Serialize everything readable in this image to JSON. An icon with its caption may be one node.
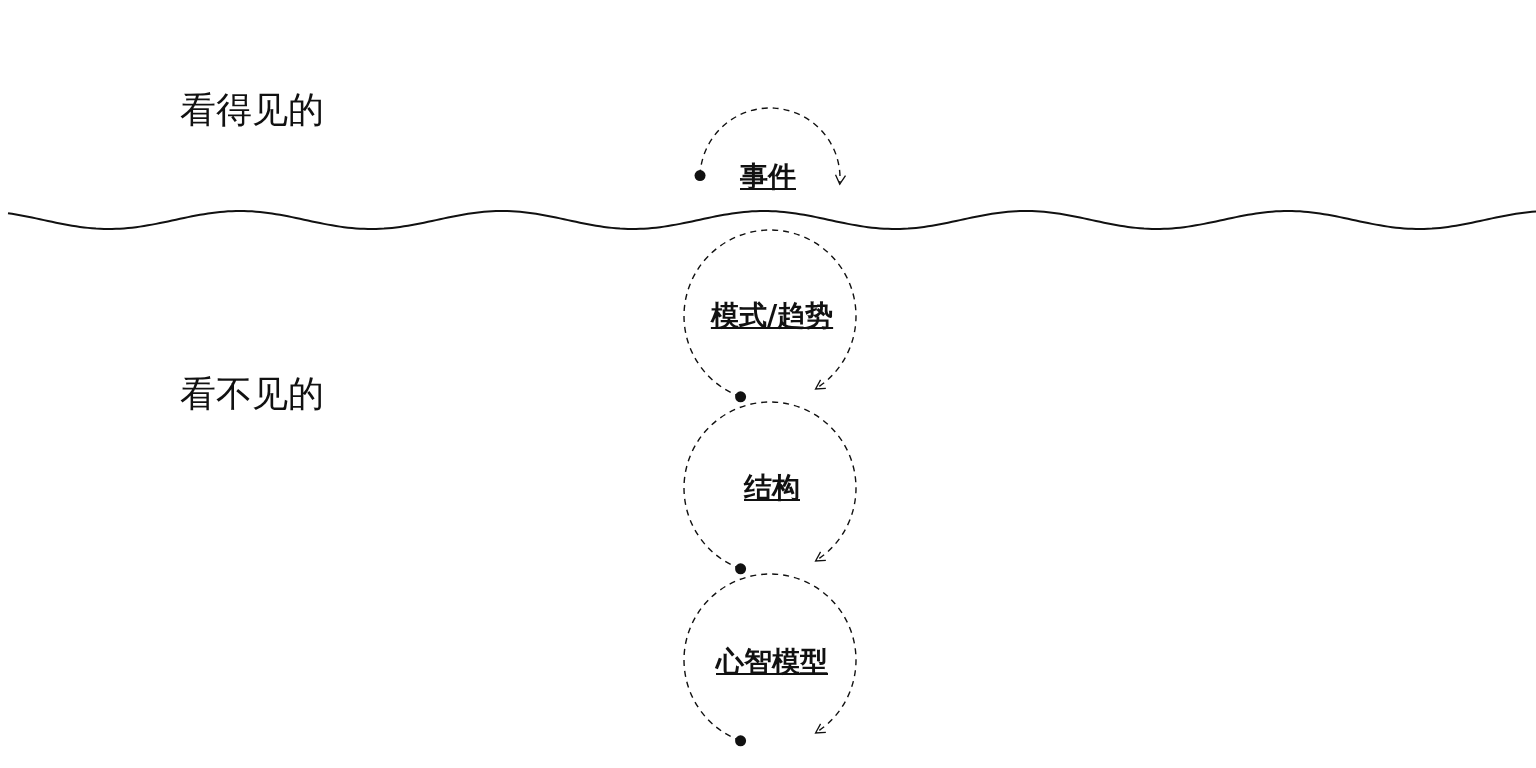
{
  "diagram": {
    "nodes": [
      {
        "text": [
          "事件"
        ]
      },
      {
        "text": [
          "模式/趋势"
        ]
      },
      {
        "text": [
          "结构"
        ]
      },
      {
        "text": [
          "心智模型"
        ]
      }
    ],
    "labels": [
      "看得见的",
      "看不见的"
    ]
  }
}
